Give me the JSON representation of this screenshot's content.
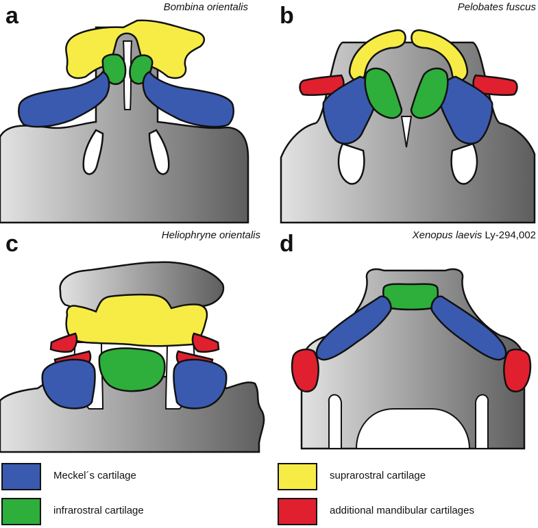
{
  "colors": {
    "meckel": "#3a5ab0",
    "infrarostral": "#2eae3a",
    "suprarostral": "#f6ec45",
    "additional": "#e0202e",
    "outline": "#111111"
  },
  "panels": [
    {
      "letter": "a",
      "species_italic": "Bombina orientalis",
      "species_suffix": ""
    },
    {
      "letter": "b",
      "species_italic": "Pelobates fuscus",
      "species_suffix": ""
    },
    {
      "letter": "c",
      "species_italic": "Heliophryne orientalis",
      "species_suffix": ""
    },
    {
      "letter": "d",
      "species_italic": "Xenopus laevis",
      "species_suffix": " Ly-294,002"
    }
  ],
  "legend": [
    {
      "label": "Meckel´s cartilage",
      "color": "#3a5ab0"
    },
    {
      "label": "suprarostral cartilage",
      "color": "#f6ec45"
    },
    {
      "label": "infrarostral cartilage",
      "color": "#2eae3a"
    },
    {
      "label": "additional mandibular cartilages",
      "color": "#e0202e"
    }
  ]
}
